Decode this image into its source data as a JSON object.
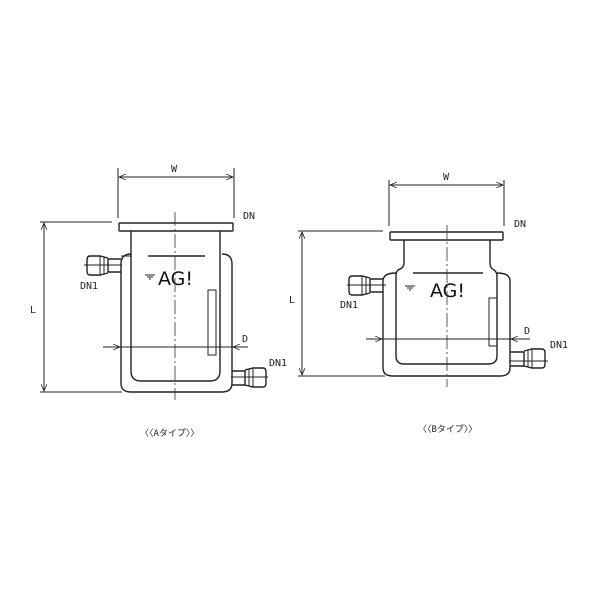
{
  "type_a": {
    "width_label": "W",
    "flange_label": "DN",
    "port_left_label": "DN1",
    "port_right_label": "DN1",
    "length_label": "L",
    "diameter_label": "D",
    "logo": "AG!",
    "caption": "〈〈Aタイプ〉〉"
  },
  "type_b": {
    "width_label": "W",
    "flange_label": "DN",
    "port_left_label": "DN1",
    "port_right_label": "DN1",
    "length_label": "L",
    "diameter_label": "D",
    "logo": "AG!",
    "caption": "〈〈Bタイプ〉〉"
  }
}
